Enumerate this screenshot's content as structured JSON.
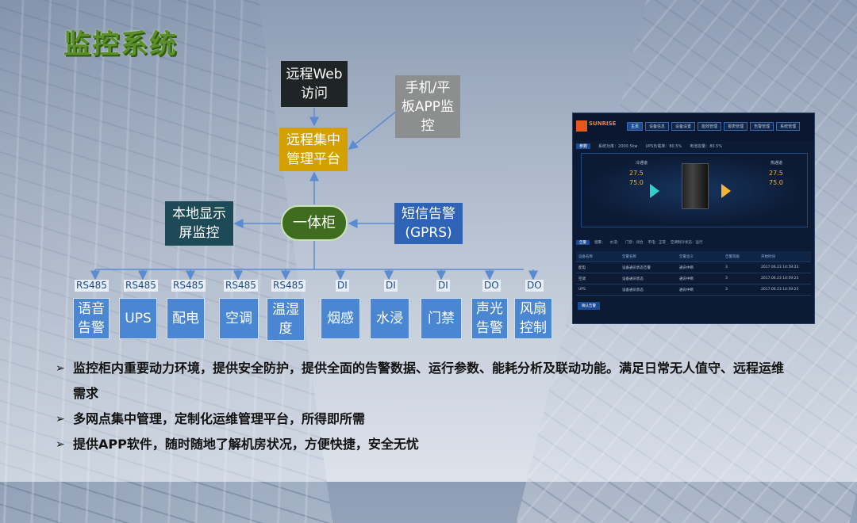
{
  "title": "监控系统",
  "nodes": {
    "remote_web": [
      "远程Web",
      "访问"
    ],
    "mobile_app": [
      "手机/平",
      "板APP监",
      "控"
    ],
    "central_platform": [
      "远程集中",
      "管理平台"
    ],
    "local_display": [
      "本地显示",
      "屏监控"
    ],
    "cabinet": "一体柜",
    "sms_alarm": [
      "短信告警",
      "(GPRS)"
    ]
  },
  "sensors": [
    {
      "protocol": "RS485",
      "label": [
        "语音",
        "告警"
      ]
    },
    {
      "protocol": "RS485",
      "label": [
        "UPS"
      ]
    },
    {
      "protocol": "RS485",
      "label": [
        "配电"
      ]
    },
    {
      "protocol": "RS485",
      "label": [
        "空调"
      ]
    },
    {
      "protocol": "RS485",
      "label": [
        "温湿",
        "度"
      ]
    },
    {
      "protocol": "DI",
      "label": [
        "烟感"
      ]
    },
    {
      "protocol": "DI",
      "label": [
        "水浸"
      ]
    },
    {
      "protocol": "DI",
      "label": [
        "门禁"
      ]
    },
    {
      "protocol": "DO",
      "label": [
        "声光",
        "告警"
      ]
    },
    {
      "protocol": "DO",
      "label": [
        "风扇",
        "控制"
      ]
    }
  ],
  "screen": {
    "brand": "SUNRISE",
    "nav": [
      "主页",
      "设备信息",
      "设备设置",
      "能效管理",
      "报表管理",
      "告警管理",
      "系统管理"
    ],
    "stats": [
      "参数",
      "系统功率：2000.5kw",
      "UPS负载率：80.5%",
      "电池容量：80.5%"
    ],
    "cold_label": "冷通道",
    "hot_label": "热通道",
    "cold_values": [
      "27.5",
      "75.0"
    ],
    "hot_values": [
      "27.5",
      "75.0"
    ],
    "status_bar": [
      "告警",
      "烟雾：",
      "水浸：",
      "门禁：闭合",
      "市电：正常",
      "空调制冷状态：运行"
    ],
    "table_head": [
      "设备名称",
      "告警名称",
      "告警含义",
      "告警等级",
      "开始时间"
    ],
    "table_rows": [
      [
        "配电",
        "设备通讯状态告警",
        "通讯中断",
        "3",
        "2017.06.23 14:59:23"
      ],
      [
        "空调",
        "设备通讯状态",
        "通讯中断",
        "3",
        "2017.06.23 14:59:23"
      ],
      [
        "UPS",
        "设备通讯状态",
        "通讯中断",
        "3",
        "2017.06.23 14:59:23"
      ]
    ],
    "button": "确认告警"
  },
  "bullets": [
    "监控柜内重要动力环境，提供安全防护，提供全面的告警数据、运行参数、能耗分析及联动功能。满足日常无人值守、远程运维需求",
    "多网点集中管理，定制化运维管理平台，所得即所需",
    "提供APP软件，随时随地了解机房状况，方便快捷，安全无忧"
  ],
  "colors": {
    "title": "#5a8f2a",
    "platform": "#d3a000",
    "cabinet": "#3e6d1f",
    "sensor": "#4a86d1",
    "sms": "#2e63b5",
    "local": "#1d4a56"
  }
}
